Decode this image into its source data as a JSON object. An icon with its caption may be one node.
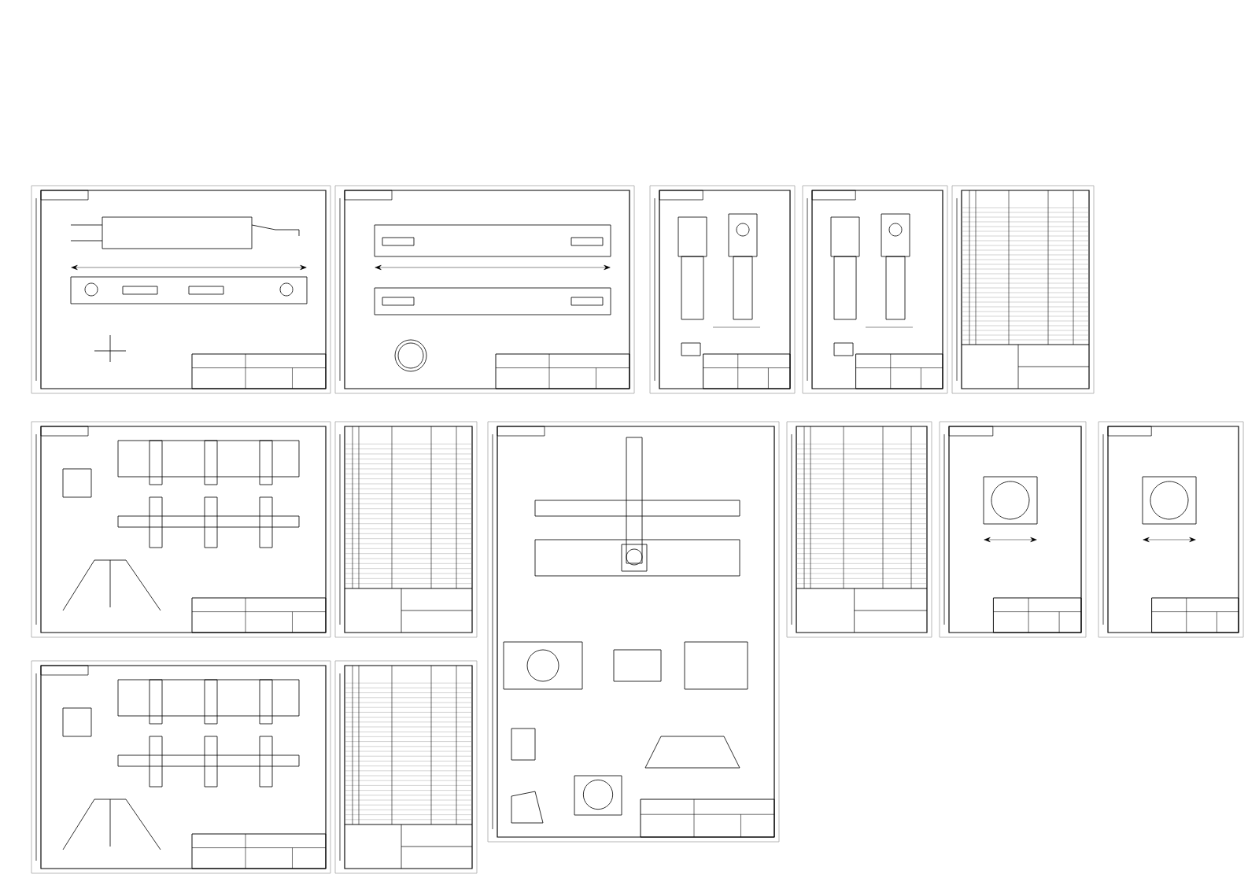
{
  "diagram": {
    "nodes": [
      {
        "text": [],
        "shape": "picture"
      },
      {
        "text": [],
        "shape": "picture"
      },
      {
        "text": [],
        "shape": "picture"
      },
      {
        "text": [],
        "shape": "picture"
      },
      {
        "text": [],
        "shape": "picture"
      },
      {
        "text": [],
        "shape": "picture"
      },
      {
        "text": [],
        "shape": "picture"
      },
      {
        "text": [],
        "shape": "picture"
      },
      {
        "text": [],
        "shape": "picture"
      },
      {
        "text": [],
        "shape": "picture"
      },
      {
        "text": [],
        "shape": "picture"
      },
      {
        "text": [],
        "shape": "picture"
      },
      {
        "text": [],
        "shape": "picture"
      }
    ]
  }
}
